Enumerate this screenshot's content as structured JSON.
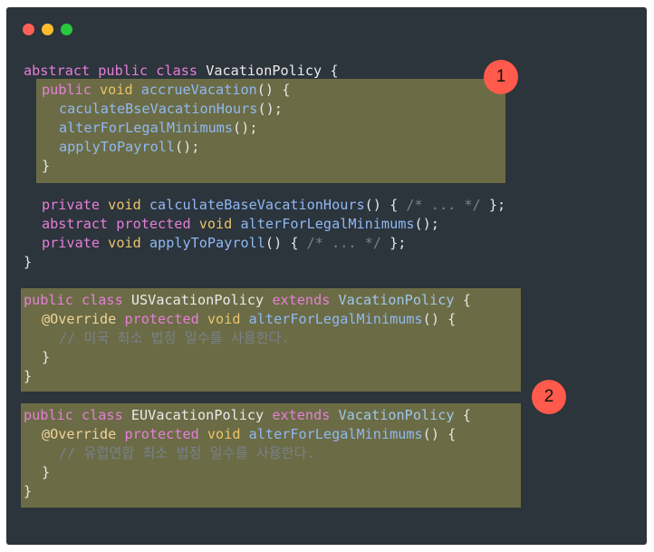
{
  "window": {
    "controls": [
      "close",
      "minimize",
      "maximize"
    ]
  },
  "badges": {
    "b1": "1",
    "b2": "2"
  },
  "colors": {
    "background": "#2c343c",
    "highlight": "#6b6c45",
    "badge": "#ff5a4b",
    "keyword": "#e57fd8",
    "type": "#e9c46a",
    "function": "#8fb8f2",
    "comment": "#79818a"
  },
  "code": {
    "l1": {
      "kw": "abstract public class",
      "cls": "VacationPolicy",
      "tail": "{"
    },
    "l2": {
      "kw": "public",
      "ty": "void",
      "fn": "accrueVacation",
      "tail": "() {"
    },
    "l3": {
      "fn": "caculateBseVacationHours",
      "tail": "();"
    },
    "l4": {
      "fn": "alterForLegalMinimums",
      "tail": "();"
    },
    "l5": {
      "fn": "applyToPayroll",
      "tail": "();"
    },
    "l6": {
      "tail": "}"
    },
    "l7": {
      "kw": "private",
      "ty": "void",
      "fn": "calculateBaseVacationHours",
      "mid": "() {",
      "cm": "/* ... */",
      "tail": "};"
    },
    "l8": {
      "kw": "abstract protected",
      "ty": "void",
      "fn": "alterForLegalMinimums",
      "tail": "();"
    },
    "l9": {
      "kw": "private",
      "ty": "void",
      "fn": "applyToPayroll",
      "mid": "() {",
      "cm": "/* ... */",
      "tail": "};"
    },
    "l10": {
      "tail": "}"
    },
    "l11": {
      "kw": "public class",
      "cls": "USVacationPolicy",
      "kw2": "extends",
      "cls2": "VacationPolicy",
      "tail": "{"
    },
    "l12": {
      "ann": "@Override",
      "kw": "protected",
      "ty": "void",
      "fn": "alterForLegalMinimums",
      "tail": "() {"
    },
    "l13": {
      "cm": "// 미국 최소 법정 일수를 사용한다."
    },
    "l14": {
      "tail": "}"
    },
    "l15": {
      "tail": "}"
    },
    "l16": {
      "kw": "public class",
      "cls": "EUVacationPolicy",
      "kw2": "extends",
      "cls2": "VacationPolicy",
      "tail": "{"
    },
    "l17": {
      "ann": "@Override",
      "kw": "protected",
      "ty": "void",
      "fn": "alterForLegalMinimums",
      "tail": "() {"
    },
    "l18": {
      "cm": "// 유럽연합 최소 법정 일수를 사용한다."
    },
    "l19": {
      "tail": "}"
    },
    "l20": {
      "tail": "}"
    }
  }
}
